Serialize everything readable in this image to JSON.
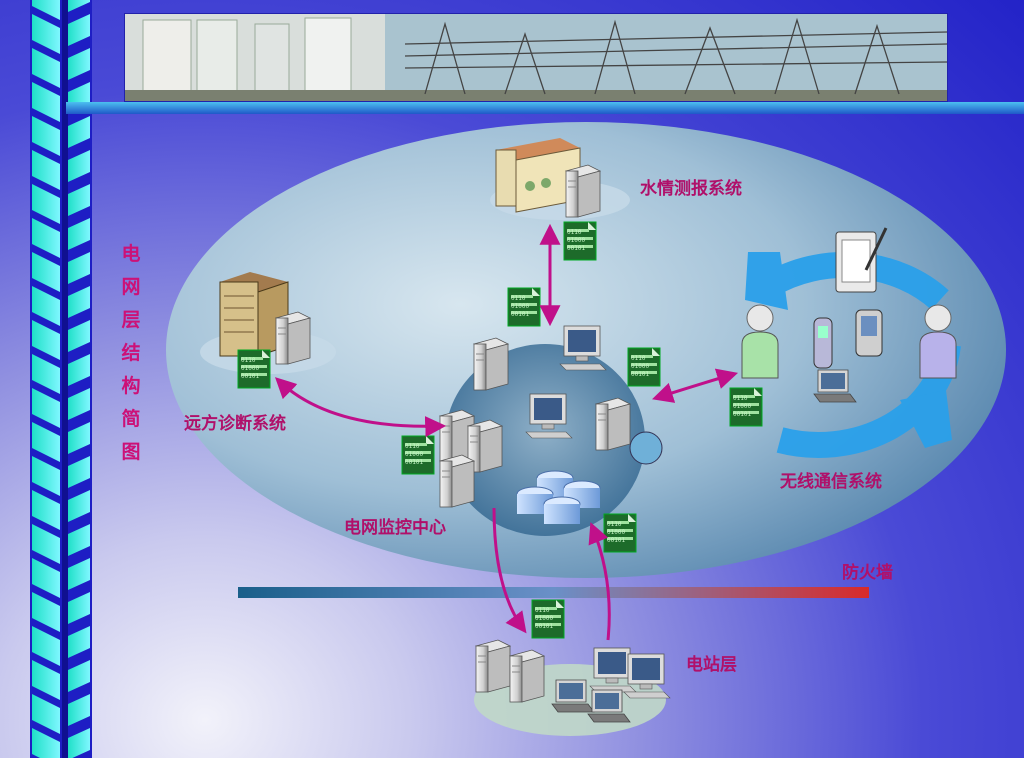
{
  "vertical_title": [
    "电",
    "网",
    "层",
    "结",
    "构",
    "简",
    "图"
  ],
  "labels": {
    "hydro": "水情测报系统",
    "remote": "远方诊断系统",
    "wireless": "无线通信系统",
    "center": "电网监控中心",
    "firewall": "防火墙",
    "station": "电站层"
  },
  "data_doc_text": [
    "0110",
    "01000",
    "00101"
  ],
  "colors": {
    "background": "#2323c8",
    "label": "#b0106a",
    "arrow": "#c0108a",
    "ellipse": "#7ea5c6",
    "firewall_start": "#1a5f8a",
    "firewall_end": "#d82a2a"
  }
}
